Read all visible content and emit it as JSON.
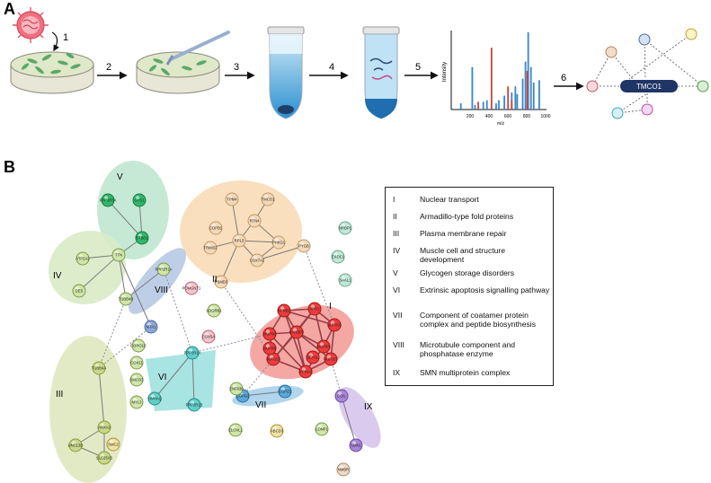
{
  "panel_a": {
    "letter": "A",
    "step_labels": [
      "1",
      "2",
      "3",
      "4",
      "5",
      "6"
    ],
    "spectrum": {
      "ylabel": "Intensity",
      "xlabel": "m/z",
      "xticks": [
        "200",
        "400",
        "600",
        "800",
        "1000"
      ],
      "blue_peaks": [
        [
          85,
          0.08
        ],
        [
          210,
          0.55
        ],
        [
          240,
          0.06
        ],
        [
          330,
          0.1
        ],
        [
          370,
          0.12
        ],
        [
          470,
          0.08
        ],
        [
          500,
          0.12
        ],
        [
          560,
          0.18
        ],
        [
          640,
          0.22
        ],
        [
          680,
          0.3
        ],
        [
          700,
          0.2
        ],
        [
          760,
          0.4
        ],
        [
          790,
          0.62
        ],
        [
          820,
          1.0
        ],
        [
          850,
          0.55
        ],
        [
          880,
          0.35
        ],
        [
          940,
          0.38
        ]
      ],
      "red_peaks": [
        [
          275,
          0.1
        ],
        [
          420,
          0.8
        ],
        [
          600,
          0.3
        ],
        [
          640,
          0.12
        ],
        [
          810,
          0.5
        ]
      ]
    },
    "network_center": "TMCO1"
  },
  "panel_b": {
    "letter": "B",
    "cluster_labels": [
      "I",
      "II",
      "III",
      "IV",
      "V",
      "VI",
      "VII",
      "VIII",
      "IX"
    ],
    "nodes": {
      "V": [
        "PPP1R3A",
        "GYS1",
        "STBD1"
      ],
      "II": [
        "TPM4",
        "TMCO1",
        "RTN4",
        "COPB1",
        "PYGB",
        "TRIM32",
        "RPL3",
        "PHKG1",
        "COX7A2",
        "PSMD3"
      ],
      "IV": [
        "ATP2A2",
        "TTN",
        "DES",
        "PPP2R1A",
        "TUBB4B"
      ],
      "VIII": [
        "MTA1"
      ],
      "III": [
        "TUBB4A",
        "ANXA2",
        "UNC13D",
        "SLC25A5"
      ],
      "VI": [
        "PPP2R1A",
        "YWHAQ",
        "PPP2R1B"
      ],
      "VII": [
        "COPG2",
        "COPZ1"
      ],
      "I": [
        "KPNB1",
        "XPO1",
        "NUP98",
        "RANBP2",
        "NUP205",
        "NUP93",
        "NUP155",
        "NUP107",
        "KPNA2",
        "NUP85",
        "SEH1L"
      ],
      "IX": [
        "COIL",
        "SMN1"
      ],
      "others": [
        "NRBP1",
        "EXOC1",
        "SAAL1",
        "POMGNT1",
        "ADGRB1",
        "COX5A",
        "CORO1C",
        "COX11",
        "SMCO3",
        "MYL3",
        "SMC2",
        "ZNF830",
        "ELOVL1",
        "ABCD3",
        "LONP1",
        "NMBR"
      ]
    },
    "legend": [
      {
        "num": "I",
        "text": "Nuclear transport"
      },
      {
        "num": "II",
        "text": "Armadillo-type fold proteins"
      },
      {
        "num": "III",
        "text": "Plasma membrane repair"
      },
      {
        "num": "IV",
        "text": "Muscle cell and structure development"
      },
      {
        "num": "V",
        "text": "Glycogen storage disorders"
      },
      {
        "num": "VI",
        "text": "Extrinsic apoptosis signalling pathway"
      },
      {
        "num": "VII",
        "text": "Component of coatamer protein complex and peptide biosynthesis"
      },
      {
        "num": "VIII",
        "text": "Microtubule component and phosphatase enzyme"
      },
      {
        "num": "IX",
        "text": "SMN multiprotein complex"
      }
    ]
  }
}
